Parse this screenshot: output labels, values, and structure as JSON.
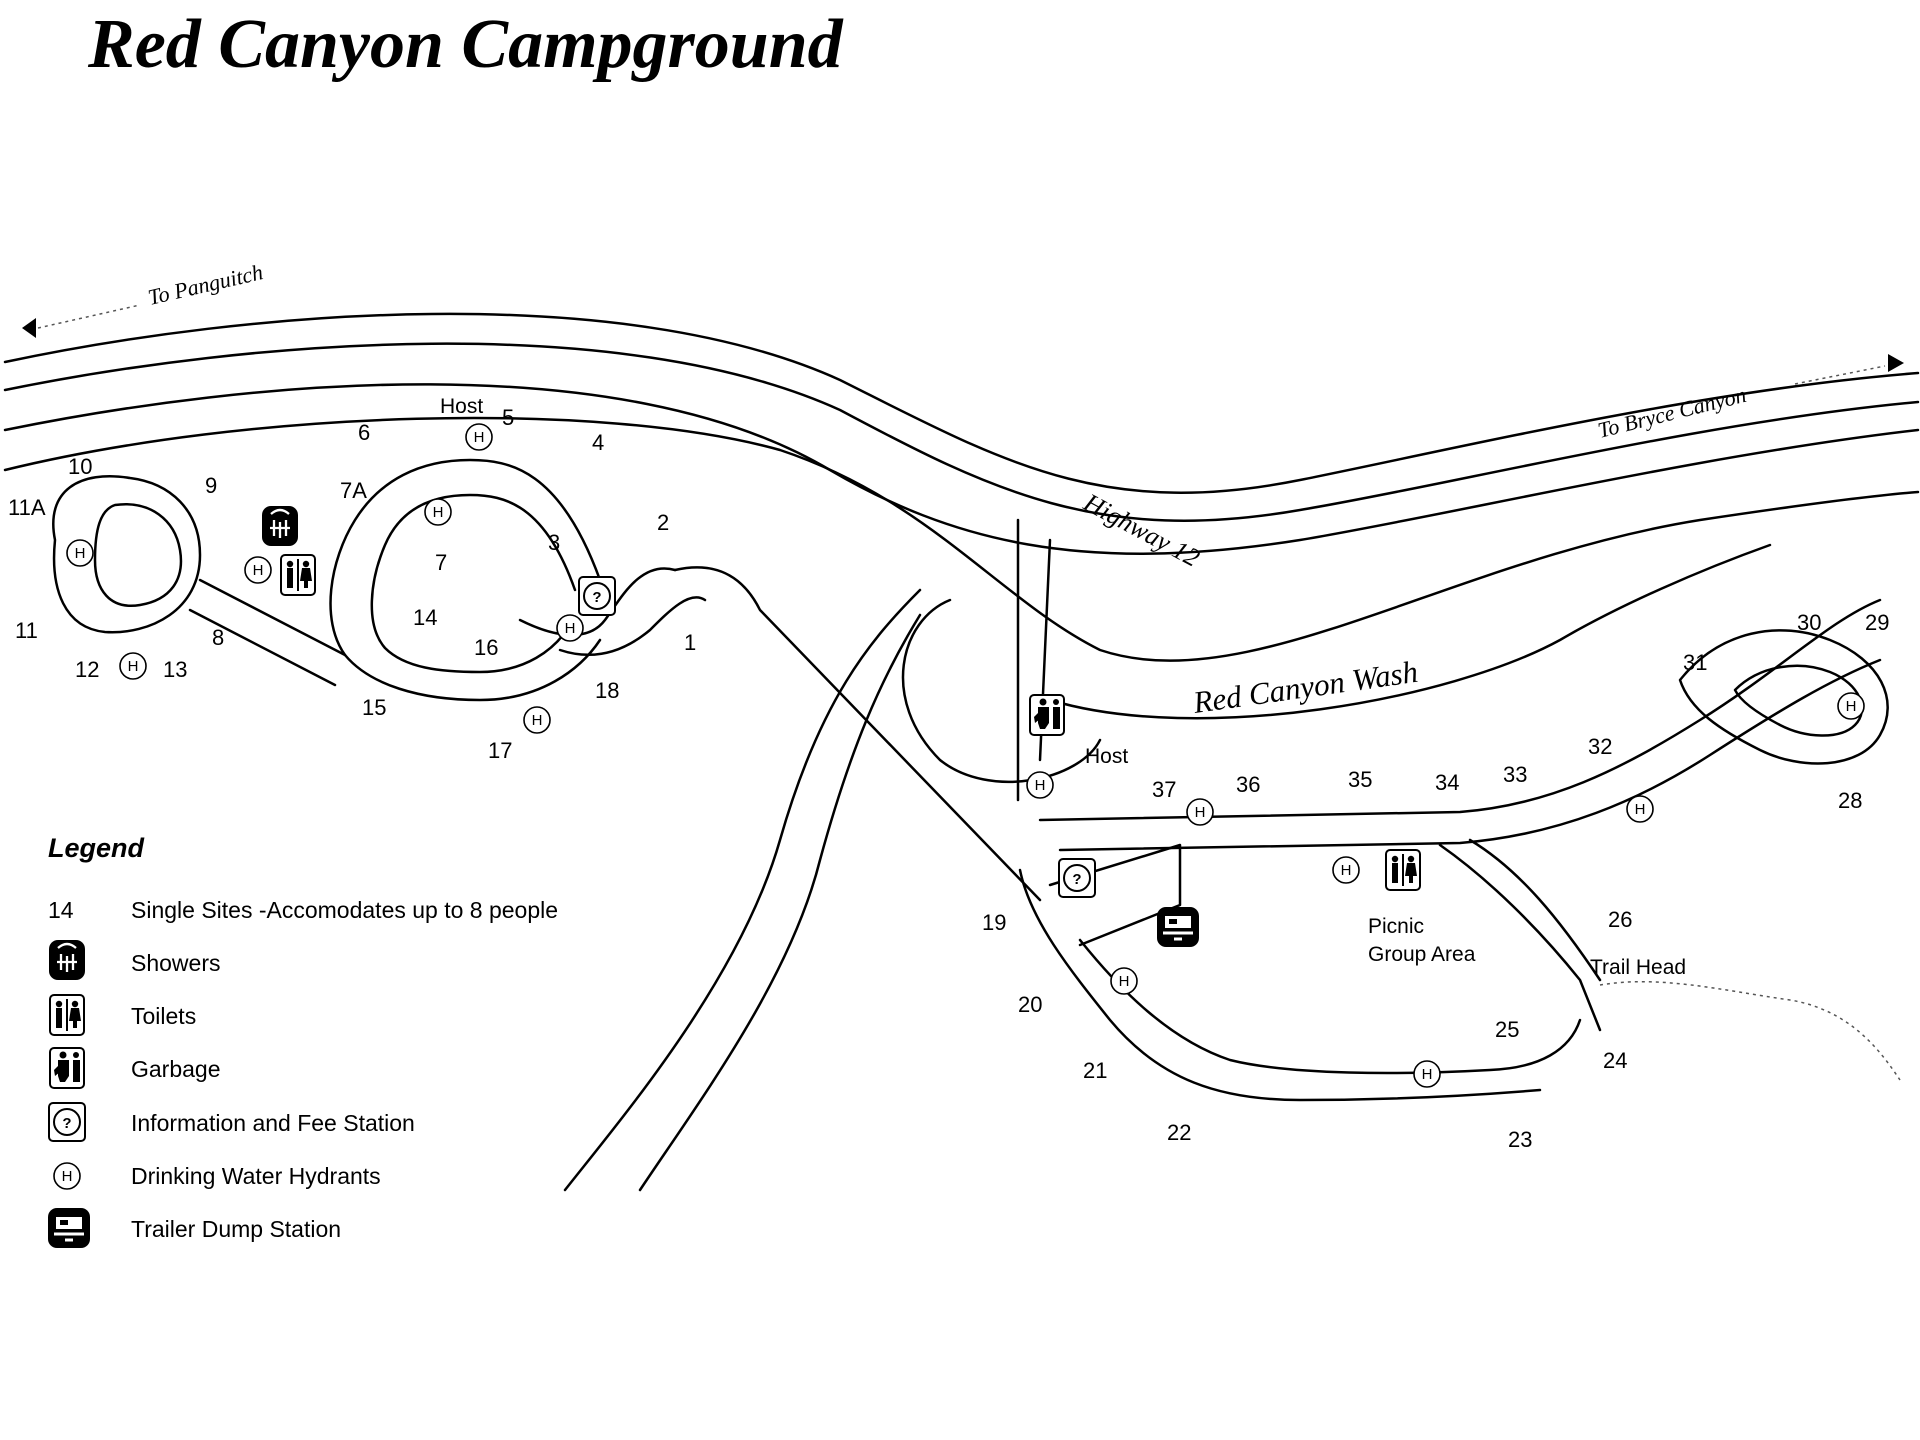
{
  "title": "Red Canyon Campground",
  "directions": {
    "to_panguitch": "To Panguitch",
    "to_bryce": "To Bryce Canyon"
  },
  "labels": {
    "highway": "Highway 12",
    "wash": "Red Canyon Wash",
    "host_1": "Host",
    "host_2": "Host",
    "picnic_line1": "Picnic",
    "picnic_line2": "Group Area",
    "trail_head": "Trail Head"
  },
  "sites": [
    "1",
    "2",
    "3",
    "4",
    "5",
    "6",
    "7",
    "7A",
    "8",
    "9",
    "10",
    "11",
    "11A",
    "12",
    "13",
    "14",
    "15",
    "16",
    "17",
    "18",
    "19",
    "20",
    "21",
    "22",
    "23",
    "24",
    "25",
    "26",
    "28",
    "29",
    "30",
    "31",
    "32",
    "33",
    "34",
    "35",
    "36",
    "37"
  ],
  "hydrant_symbol": "H",
  "info_symbol": "?",
  "legend": {
    "title": "Legend",
    "items": [
      {
        "symbol": "14",
        "icon": "site-number",
        "label": "Single Sites -Accomodates up to 8 people"
      },
      {
        "icon": "showers-icon",
        "label": "Showers"
      },
      {
        "icon": "toilets-icon",
        "label": "Toilets"
      },
      {
        "icon": "garbage-icon",
        "label": "Garbage"
      },
      {
        "icon": "info-icon",
        "label": "Information and Fee Station"
      },
      {
        "icon": "hydrant-icon",
        "label": "Drinking Water Hydrants"
      },
      {
        "icon": "dump-station-icon",
        "label": "Trailer Dump Station"
      }
    ]
  },
  "colors": {
    "ink": "#000000",
    "paper": "#ffffff"
  }
}
